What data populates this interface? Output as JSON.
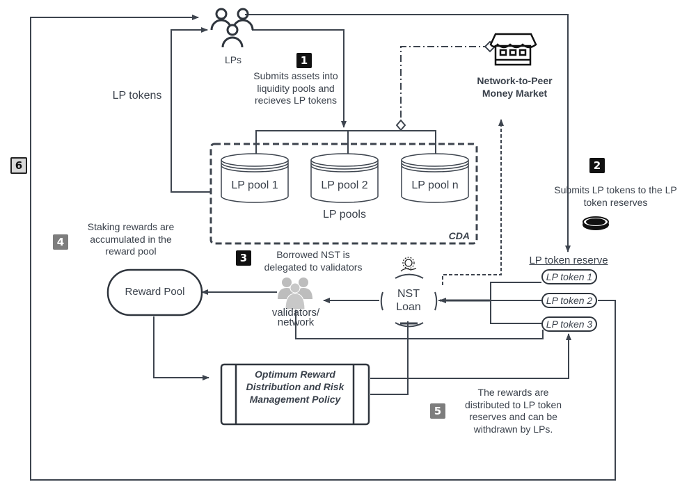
{
  "lps": {
    "label": "LPs",
    "icon": "users-outline-icon"
  },
  "step1": {
    "badge": "1",
    "text": "Submits assets into liquidity pools and recieves LP tokens"
  },
  "lp_tokens_label": "LP tokens",
  "market": {
    "label": "Network-to-Peer Money Market",
    "icon": "storefront-icon"
  },
  "pools": {
    "items": [
      "LP pool 1",
      "LP pool 2",
      "LP pool n"
    ],
    "group_label": "LP pools",
    "container_label": "CDA"
  },
  "step2": {
    "badge": "2",
    "text": "Submits LP tokens to the LP token reserves",
    "icon": "coin-icon"
  },
  "step3": {
    "badge": "3",
    "text": "Borrowed NST is delegated to validators"
  },
  "step4": {
    "badge": "4",
    "text": "Staking rewards are accumulated in the reward pool"
  },
  "step5": {
    "badge": "5",
    "text": "The rewards are distributed to LP token reserves and can be withdrawn by LPs."
  },
  "step6": {
    "badge": "6"
  },
  "reward_pool": "Reward Pool",
  "validators": {
    "label": "validators/ network",
    "icon": "users-group-icon"
  },
  "nst_loan": {
    "label": "NST Loan",
    "icon": "gear-hand-icon"
  },
  "reserve": {
    "title": "LP token reserve",
    "tokens": [
      "LP token 1",
      "LP token 2",
      "LP token 3"
    ]
  },
  "policy": "Optimum Reward Distribution and Risk Management Policy",
  "colors": {
    "line": "#3d444e",
    "text": "#3a414b",
    "badge_dark": "#111111",
    "badge_grey": "#7d7d7d"
  }
}
